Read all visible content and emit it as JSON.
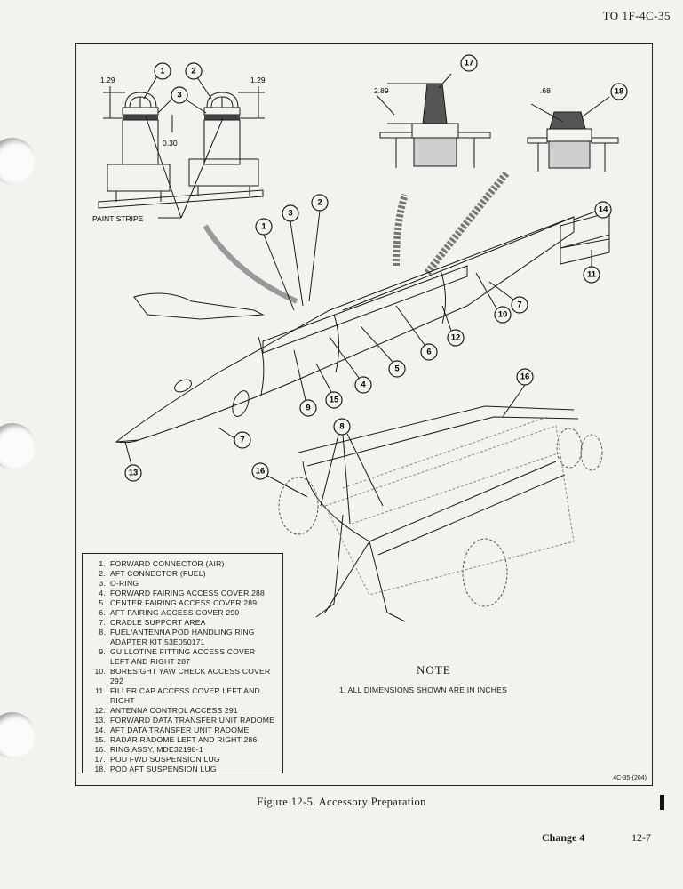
{
  "header": {
    "doc_code": "TO 1F-4C-35"
  },
  "legend": [
    {
      "num": "1.",
      "text": "FORWARD CONNECTOR (AIR)"
    },
    {
      "num": "2.",
      "text": "AFT CONNECTOR (FUEL)"
    },
    {
      "num": "3.",
      "text": "O-RING"
    },
    {
      "num": "4.",
      "text": "FORWARD FAIRING ACCESS COVER 288"
    },
    {
      "num": "5.",
      "text": "CENTER FAIRING ACCESS COVER 289"
    },
    {
      "num": "6.",
      "text": "AFT FAIRING ACCESS COVER 290"
    },
    {
      "num": "7.",
      "text": "CRADLE SUPPORT AREA"
    },
    {
      "num": "8.",
      "text": "FUEL/ANTENNA POD HANDLING RING"
    },
    {
      "num": "",
      "text": "ADAPTER KIT 53E050171"
    },
    {
      "num": "9.",
      "text": "GUILLOTINE FITTING ACCESS COVER"
    },
    {
      "num": "",
      "text": "LEFT AND RIGHT 287"
    },
    {
      "num": "10.",
      "text": "BORESIGHT YAW CHECK ACCESS COVER 292"
    },
    {
      "num": "11.",
      "text": "FILLER CAP ACCESS COVER LEFT AND"
    },
    {
      "num": "",
      "text": "RIGHT"
    },
    {
      "num": "12.",
      "text": "ANTENNA CONTROL ACCESS 291"
    },
    {
      "num": "13.",
      "text": "FORWARD DATA TRANSFER UNIT RADOME"
    },
    {
      "num": "14.",
      "text": "AFT DATA TRANSFER UNIT RADOME"
    },
    {
      "num": "15.",
      "text": "RADAR RADOME LEFT AND RIGHT 286"
    },
    {
      "num": "16.",
      "text": "RING ASSY, MDE32198-1"
    },
    {
      "num": "17.",
      "text": "POD FWD SUSPENSION LUG"
    },
    {
      "num": "18.",
      "text": "POD AFT SUSPENSION LUG"
    }
  ],
  "note": {
    "title": "NOTE",
    "text": "1. ALL DIMENSIONS SHOWN ARE IN INCHES"
  },
  "dimensions": {
    "left_height": "1.29",
    "right_height": "1.29",
    "gap": "0.30",
    "lug17": "2.89",
    "lug18": ".68"
  },
  "labels": {
    "paint_stripe": "PAINT STRIPE"
  },
  "callouts": {
    "c1": "1",
    "c2": "2",
    "c3": "3",
    "c4": "4",
    "c5": "5",
    "c6": "6",
    "c7": "7",
    "c8": "8",
    "c9": "9",
    "c10": "10",
    "c11": "11",
    "c12": "12",
    "c13": "13",
    "c14": "14",
    "c15": "15",
    "c16": "16",
    "c17": "17",
    "c18": "18"
  },
  "drawing_id": "4C-35-(204)",
  "caption": "Figure 12-5.  Accessory Preparation",
  "footer": {
    "change": "Change 4",
    "page": "12-7"
  }
}
